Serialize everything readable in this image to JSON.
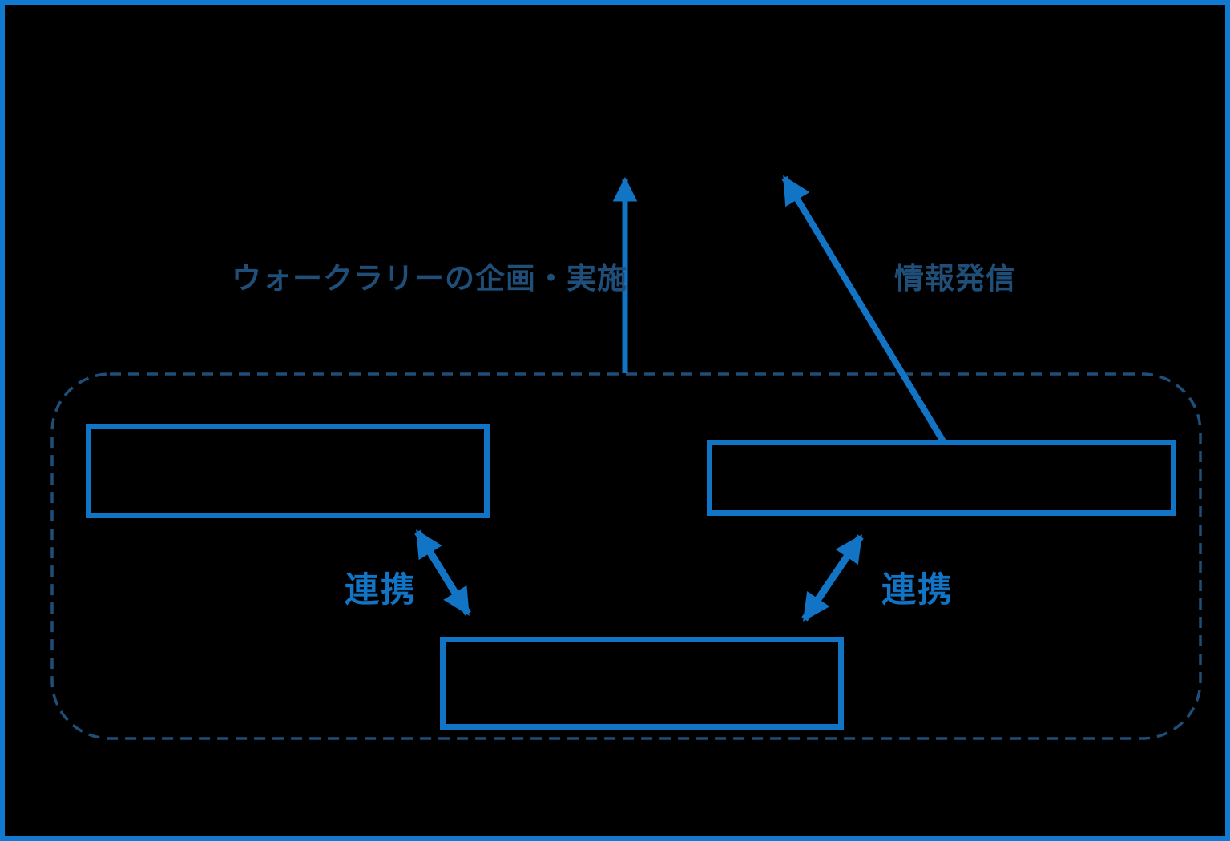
{
  "diagram": {
    "labels": {
      "walk_rally": "ウォークラリーの企画・実施",
      "info_broadcast": "情報発信",
      "link_left": "連携",
      "link_right": "連携"
    },
    "boxes": {
      "left_box_text": "",
      "right_box_text": "",
      "bottom_box_text": ""
    },
    "colors": {
      "accent": "#1274C5",
      "frame": "#0F7AD0",
      "navy": "#1F4E79",
      "bg": "#000000"
    }
  }
}
